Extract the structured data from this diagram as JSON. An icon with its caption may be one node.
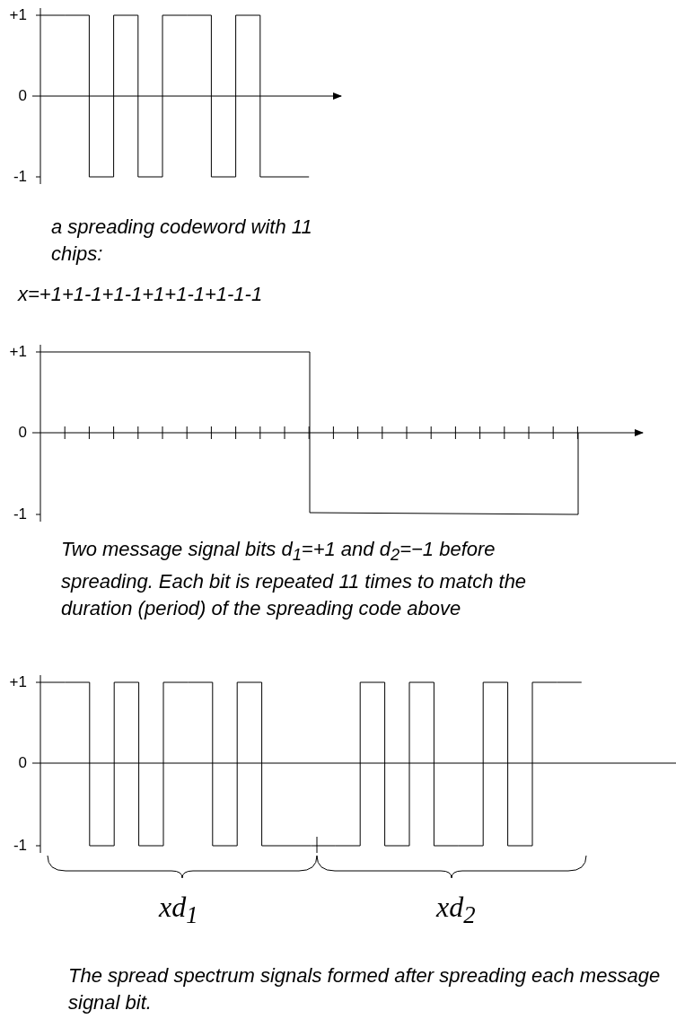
{
  "diagram": {
    "labels": [
      "+1",
      "0",
      "-1",
      "a spreading codeword with 11 chips:",
      "*x*=+1+1-1+1-1+1+1-1+1-1-1",
      "+1",
      "0",
      "-1",
      "Two message signal bits *d*$_{1}$=+1  and  *d*$_{2}$=−1 before spreading. Each bit is repeated 11 times to match the duration (period) of the spreading code above",
      "+1",
      "0",
      "-1",
      "*xd*$_{1}$",
      "*xd*$_{2}$",
      "The spread spectrum signals formed after spreading each message signal bit."
    ]
  }
}
